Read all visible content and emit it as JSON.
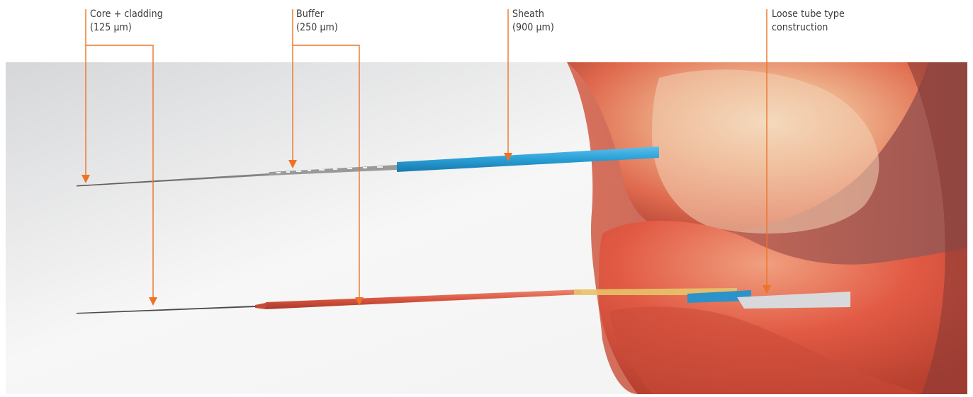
{
  "callouts": [
    {
      "id": "core",
      "line1": "Core + cladding",
      "line2": "(125 µm)"
    },
    {
      "id": "buffer",
      "line1": "Buffer",
      "line2": "(250 µm)"
    },
    {
      "id": "sheath",
      "line1": "Sheath",
      "line2": "(900 µm)"
    },
    {
      "id": "loose",
      "line1": "Loose tube type",
      "line2": "construction"
    }
  ],
  "colors": {
    "callout_line": "#ee7326",
    "sheath_blue": "#2a9fd6",
    "buffer_red": "#d8543f",
    "background_photo": "#e9e9ea"
  }
}
